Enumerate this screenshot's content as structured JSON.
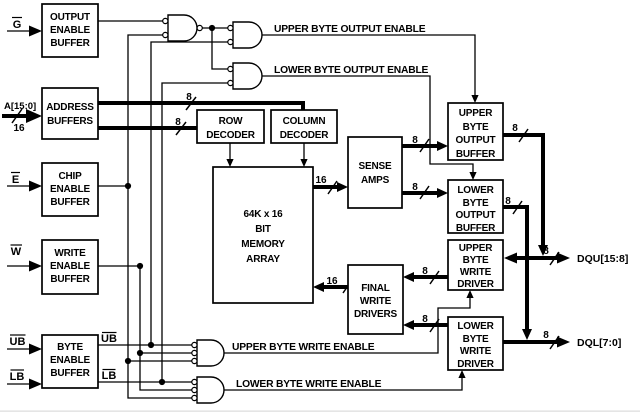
{
  "diagram": {
    "inputs": {
      "g": {
        "label": "G"
      },
      "a": {
        "label": "A[15:0]",
        "width": "16"
      },
      "e": {
        "label": "E"
      },
      "w": {
        "label": "W"
      },
      "ub": {
        "label": "UB"
      },
      "lb": {
        "label": "LB"
      }
    },
    "buffers": {
      "output_enable": {
        "lines": [
          "OUTPUT",
          "ENABLE",
          "BUFFER"
        ]
      },
      "address": {
        "lines": [
          "ADDRESS",
          "BUFFERS"
        ]
      },
      "chip_enable": {
        "lines": [
          "CHIP",
          "ENABLE",
          "BUFFER"
        ]
      },
      "write_enable": {
        "lines": [
          "WRITE",
          "ENABLE",
          "BUFFER"
        ]
      },
      "byte_enable": {
        "lines": [
          "BYTE",
          "ENABLE",
          "BUFFER"
        ],
        "out_upper": "UB",
        "out_lower": "LB"
      }
    },
    "blocks": {
      "row_decoder": {
        "lines": [
          "ROW",
          "DECODER"
        ]
      },
      "column_decoder": {
        "lines": [
          "COLUMN",
          "DECODER"
        ]
      },
      "memory_array": {
        "lines": [
          "64K x 16",
          "BIT",
          "MEMORY",
          "ARRAY"
        ]
      },
      "sense_amps": {
        "lines": [
          "SENSE",
          "AMPS"
        ]
      },
      "final_write_drivers": {
        "lines": [
          "FINAL",
          "WRITE",
          "DRIVERS"
        ]
      },
      "upper_byte_output_buffer": {
        "lines": [
          "UPPER",
          "BYTE",
          "OUTPUT",
          "BUFFER"
        ]
      },
      "lower_byte_output_buffer": {
        "lines": [
          "LOWER",
          "BYTE",
          "OUTPUT",
          "BUFFER"
        ]
      },
      "upper_byte_write_driver": {
        "lines": [
          "UPPER",
          "BYTE",
          "WRITE",
          "DRIVER"
        ]
      },
      "lower_byte_write_driver": {
        "lines": [
          "LOWER",
          "BYTE",
          "WRITE",
          "DRIVER"
        ]
      }
    },
    "signals": {
      "upper_byte_output_enable": "UPPER BYTE OUTPUT ENABLE",
      "lower_byte_output_enable": "LOWER BYTE OUTPUT ENABLE",
      "upper_byte_write_enable": "UPPER BYTE WRITE ENABLE",
      "lower_byte_write_enable": "LOWER BYTE WRITE ENABLE"
    },
    "outputs": {
      "dqu": "DQU[15:8]",
      "dql": "DQL[7:0]"
    },
    "bus_widths": {
      "eight": "8",
      "sixteen": "16"
    },
    "colors": {
      "line": "#000000",
      "background": "#ffffff"
    }
  }
}
